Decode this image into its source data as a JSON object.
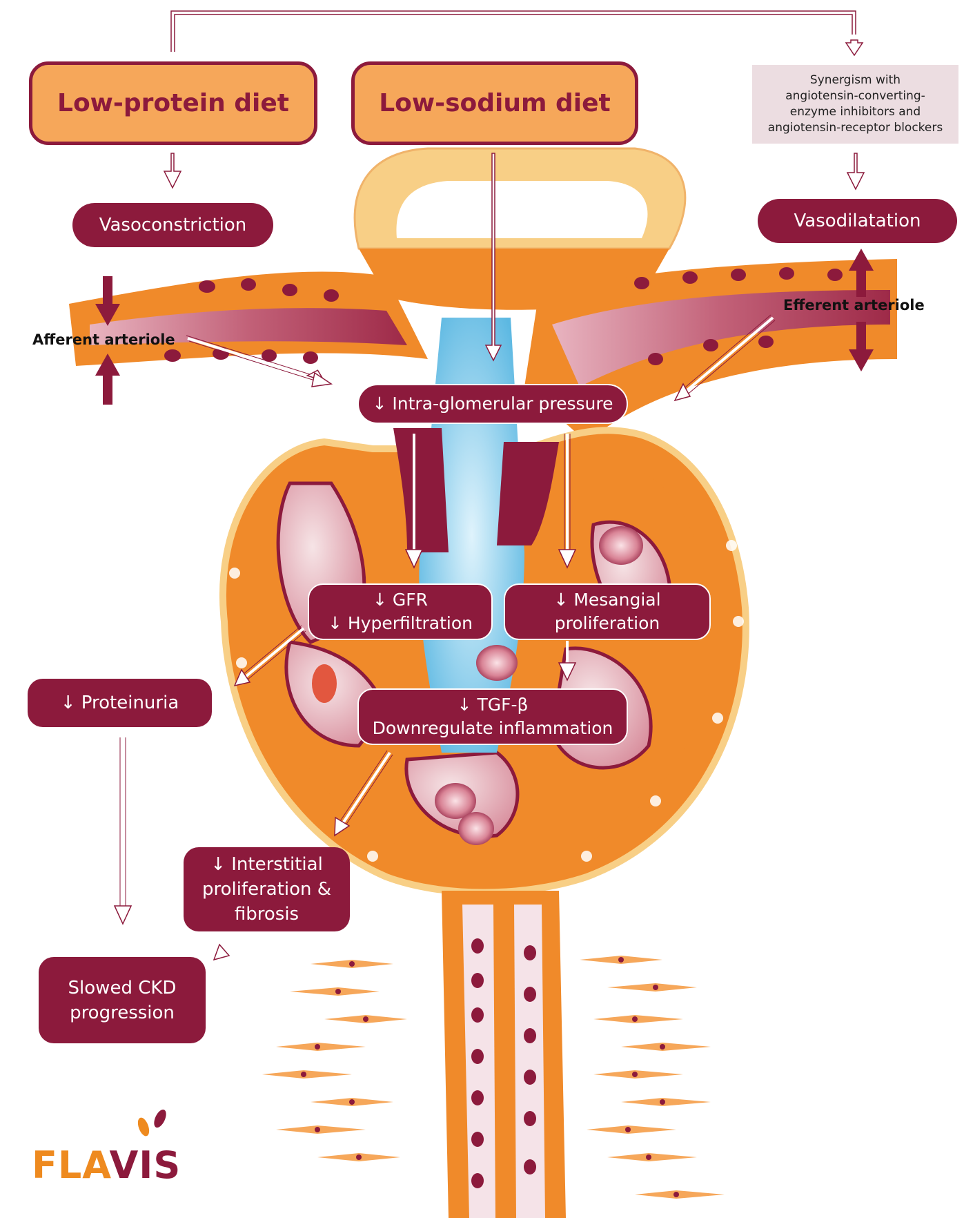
{
  "diet_boxes": {
    "low_protein": "Low-protein diet",
    "low_sodium": "Low-sodium diet"
  },
  "synergism": {
    "line1": "Synergism with",
    "line2": "angiotensin-converting-",
    "line3": "enzyme inhibitors and",
    "line4": "angiotensin-receptor blockers"
  },
  "effects": {
    "vasoconstriction": "Vasoconstriction",
    "vasodilatation": "Vasodilatation",
    "intra_glomerular": "↓ Intra-glomerular pressure",
    "gfr_line1": "↓ GFR",
    "gfr_line2": "↓ Hyperfiltration",
    "mesangial_line1": "↓ Mesangial",
    "mesangial_line2": "proliferation",
    "tgf_line1": "↓ TGF-β",
    "tgf_line2": "Downregulate inflammation",
    "proteinuria": "↓ Proteinuria",
    "interstitial_line1": "↓ Interstitial",
    "interstitial_line2": "proliferation &",
    "interstitial_line3": "fibrosis",
    "ckd_line1": "Slowed CKD",
    "ckd_line2": "progression"
  },
  "anatomy_labels": {
    "afferent": "Afferent arteriole",
    "efferent": "Efferent arteriole"
  },
  "logo": {
    "part1": "FLA",
    "part2": "VIS"
  },
  "colors": {
    "maroon": "#8c1a3c",
    "orange": "#f08a2a",
    "light_orange": "#f6a75a",
    "pale_yellow": "#f8cf86",
    "blue": "#7cc8ea",
    "pink": "#e8a7b3",
    "synergism_bg": "#ecdde1"
  }
}
